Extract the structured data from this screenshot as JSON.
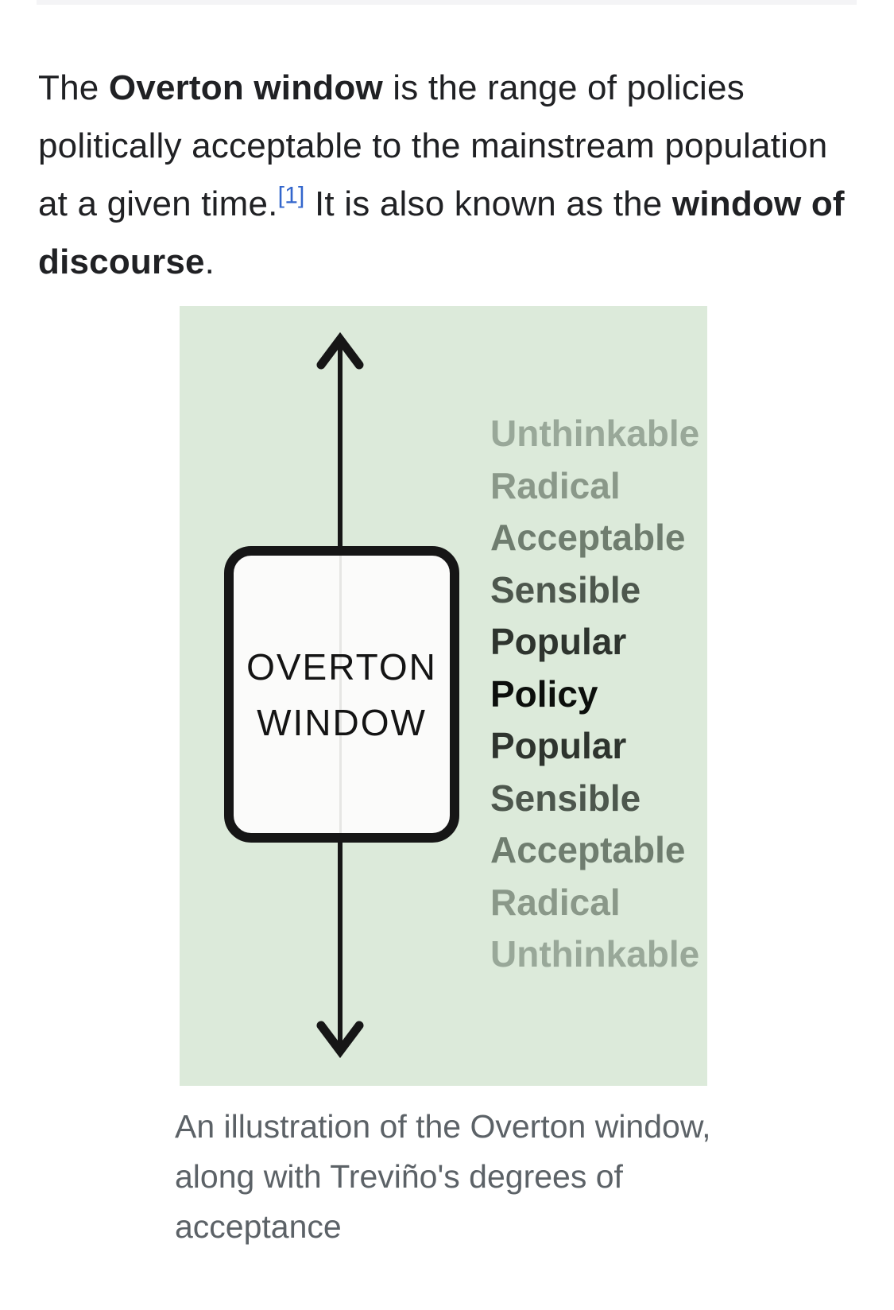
{
  "article": {
    "paragraph": {
      "segments": [
        {
          "text": "The "
        },
        {
          "text": "Overton window",
          "bold": true
        },
        {
          "text": " is the range of policies politically acceptable to the mainstream population at a given time."
        },
        {
          "text": "[1]",
          "role": "reference-link"
        },
        {
          "text": " It is also known as the "
        },
        {
          "text": "window of discourse",
          "bold": true
        },
        {
          "text": "."
        }
      ]
    }
  },
  "figure": {
    "background_color": "#dceada",
    "box_label_line1": "OVERTON",
    "box_label_line2": "WINDOW",
    "degrees": [
      {
        "text": "Unthinkable",
        "color": "#99a899"
      },
      {
        "text": "Radical",
        "color": "#8a9889"
      },
      {
        "text": "Acceptable",
        "color": "#6f7d6f"
      },
      {
        "text": "Sensible",
        "color": "#4d574d"
      },
      {
        "text": "Popular",
        "color": "#2e342e"
      },
      {
        "text": "Policy",
        "color": "#0c0f0c"
      },
      {
        "text": "Popular",
        "color": "#2e342e"
      },
      {
        "text": "Sensible",
        "color": "#4d574d"
      },
      {
        "text": "Acceptable",
        "color": "#6f7d6f"
      },
      {
        "text": "Radical",
        "color": "#8a9889"
      },
      {
        "text": "Unthinkable",
        "color": "#99a899"
      }
    ],
    "caption": "An illustration of the Overton window, along with Treviño's degrees of acceptance"
  },
  "colors": {
    "body_text": "#202124",
    "link_blue": "#3366cc",
    "figure_green": "#dceada",
    "caption_gray": "#5c6267",
    "box_border_black": "#161616"
  }
}
